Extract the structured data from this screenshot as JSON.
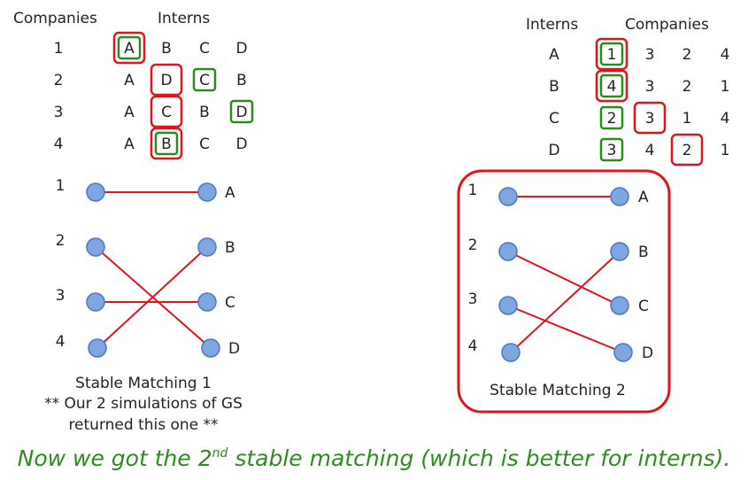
{
  "colors": {
    "text": "#222222",
    "red_box": "#e0141c",
    "green_box": "#2a8a1e",
    "edge": "#e0141c",
    "node_fill": "#7ea6e0",
    "node_stroke": "#4a78c0",
    "caption": "#2e8b1f"
  },
  "left_table": {
    "header_row_label": "Companies",
    "header_cols_label": "Interns",
    "rows": [
      {
        "key": "1",
        "prefs": [
          "A",
          "B",
          "C",
          "D"
        ],
        "red": [
          0
        ],
        "green": [
          0
        ]
      },
      {
        "key": "2",
        "prefs": [
          "A",
          "D",
          "C",
          "B"
        ],
        "red": [
          1
        ],
        "green": [
          2
        ]
      },
      {
        "key": "3",
        "prefs": [
          "A",
          "C",
          "B",
          "D"
        ],
        "red": [
          1
        ],
        "green": [
          3
        ]
      },
      {
        "key": "4",
        "prefs": [
          "A",
          "B",
          "C",
          "D"
        ],
        "red": [
          1
        ],
        "green": [
          1
        ]
      }
    ]
  },
  "right_table": {
    "header_row_label": "Interns",
    "header_cols_label": "Companies",
    "rows": [
      {
        "key": "A",
        "prefs": [
          "1",
          "3",
          "2",
          "4"
        ],
        "red": [
          0
        ],
        "green": [
          0
        ]
      },
      {
        "key": "B",
        "prefs": [
          "4",
          "3",
          "2",
          "1"
        ],
        "red": [
          0
        ],
        "green": [
          0
        ]
      },
      {
        "key": "C",
        "prefs": [
          "2",
          "3",
          "1",
          "4"
        ],
        "red": [
          1
        ],
        "green": [
          0
        ]
      },
      {
        "key": "D",
        "prefs": [
          "3",
          "4",
          "2",
          "1"
        ],
        "red": [
          2
        ],
        "green": [
          0
        ]
      }
    ]
  },
  "matching_1": {
    "left_nodes": [
      "1",
      "2",
      "3",
      "4"
    ],
    "right_nodes": [
      "A",
      "B",
      "C",
      "D"
    ],
    "pairs": [
      [
        "1",
        "A"
      ],
      [
        "2",
        "D"
      ],
      [
        "3",
        "C"
      ],
      [
        "4",
        "B"
      ]
    ],
    "label": "Stable Matching 1",
    "note_line1": "** Our 2 simulations of GS",
    "note_line2": "returned this one **"
  },
  "matching_2": {
    "left_nodes": [
      "1",
      "2",
      "3",
      "4"
    ],
    "right_nodes": [
      "A",
      "B",
      "C",
      "D"
    ],
    "pairs": [
      [
        "1",
        "A"
      ],
      [
        "2",
        "C"
      ],
      [
        "3",
        "D"
      ],
      [
        "4",
        "B"
      ]
    ],
    "label": "Stable Matching 2"
  },
  "caption": {
    "before": "Now we got the 2",
    "superscript": "nd",
    "after": " stable matching (which is better for interns)."
  }
}
